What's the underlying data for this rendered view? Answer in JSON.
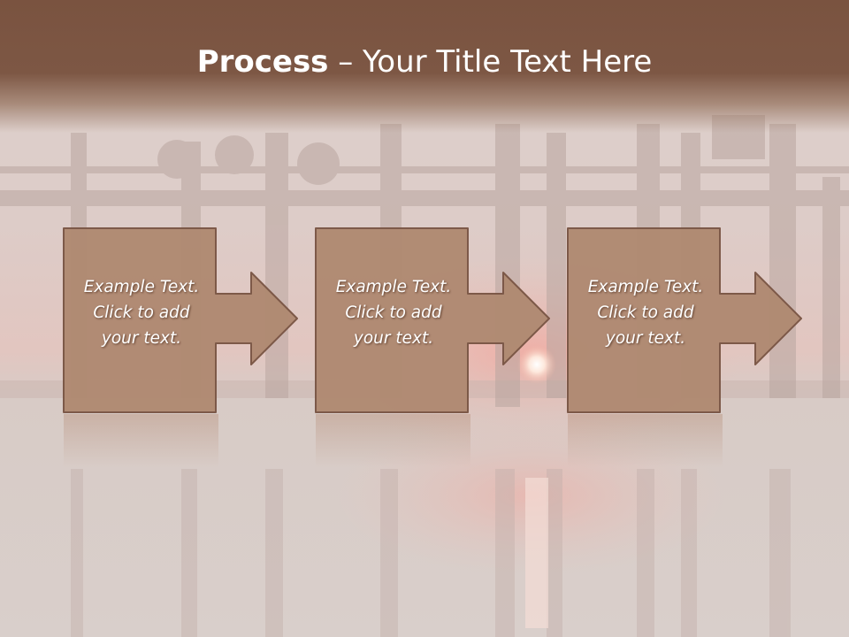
{
  "title": {
    "bold": "Process",
    "rest": " – Your Title Text Here"
  },
  "steps": [
    {
      "lines": [
        "Example Text.",
        "Click  to add",
        "your text."
      ]
    },
    {
      "lines": [
        "Example Text.",
        "Click  to add",
        "your text."
      ]
    },
    {
      "lines": [
        "Example Text.",
        "Click  to add",
        "your text."
      ]
    }
  ],
  "colors": {
    "title_bar": "#7a5340",
    "box_fill": "#b08a72",
    "box_stroke": "#7a5645",
    "text": "#ffffff"
  }
}
